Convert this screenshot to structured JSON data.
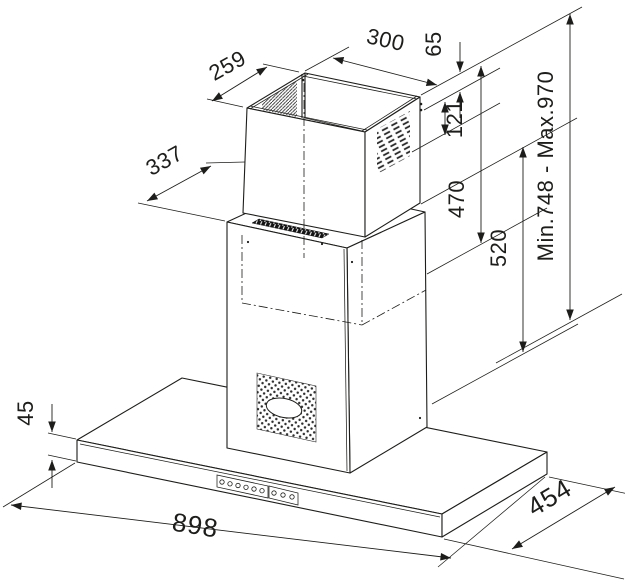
{
  "diagram": {
    "background_color": "#ffffff",
    "line_color": "#1d1d1b",
    "dimension_labels": {
      "d259": "259",
      "d300": "300",
      "d65": "65",
      "d121": "121",
      "d337": "337",
      "d470": "470",
      "d520": "520",
      "height_range": "Min.748 - Max.970",
      "d45": "45",
      "d898": "898",
      "d454": "454"
    },
    "control_button_count": 9
  }
}
